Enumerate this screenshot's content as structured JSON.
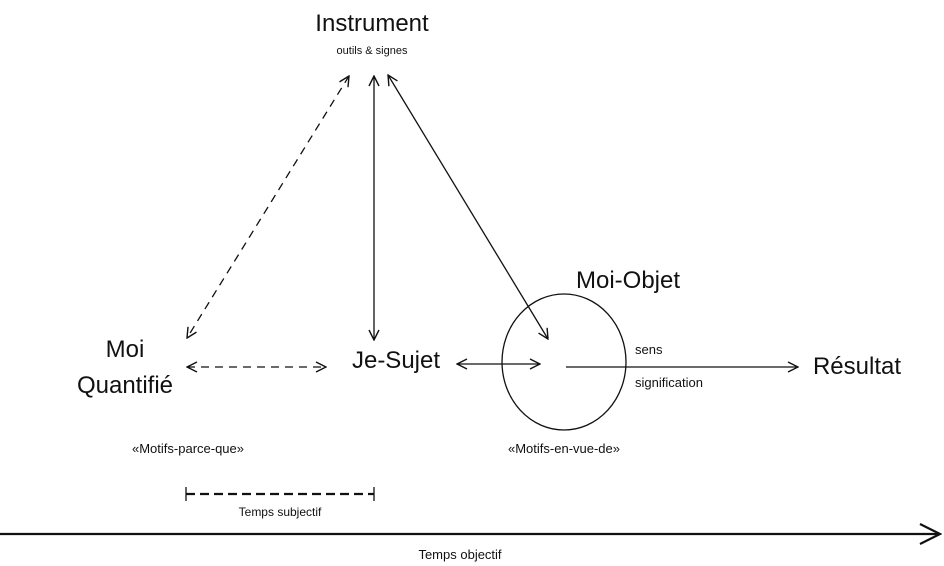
{
  "nodes": {
    "instrument": {
      "title": "Instrument",
      "subtitle": "outils & signes"
    },
    "moi_quantifie": {
      "line1": "Moi",
      "line2": "Quantifié"
    },
    "je_sujet": {
      "label": "Je-Sujet"
    },
    "moi_objet": {
      "label": "Moi-Objet"
    },
    "resultat": {
      "label": "Résultat"
    }
  },
  "edge_labels": {
    "sens": "sens",
    "signification": "signification"
  },
  "captions": {
    "motifs_parce_que": "«Motifs-parce-que»",
    "motifs_en_vue_de": "«Motifs-en-vue-de»",
    "temps_subjectif": "Temps subjectif",
    "temps_objectif": "Temps objectif"
  }
}
